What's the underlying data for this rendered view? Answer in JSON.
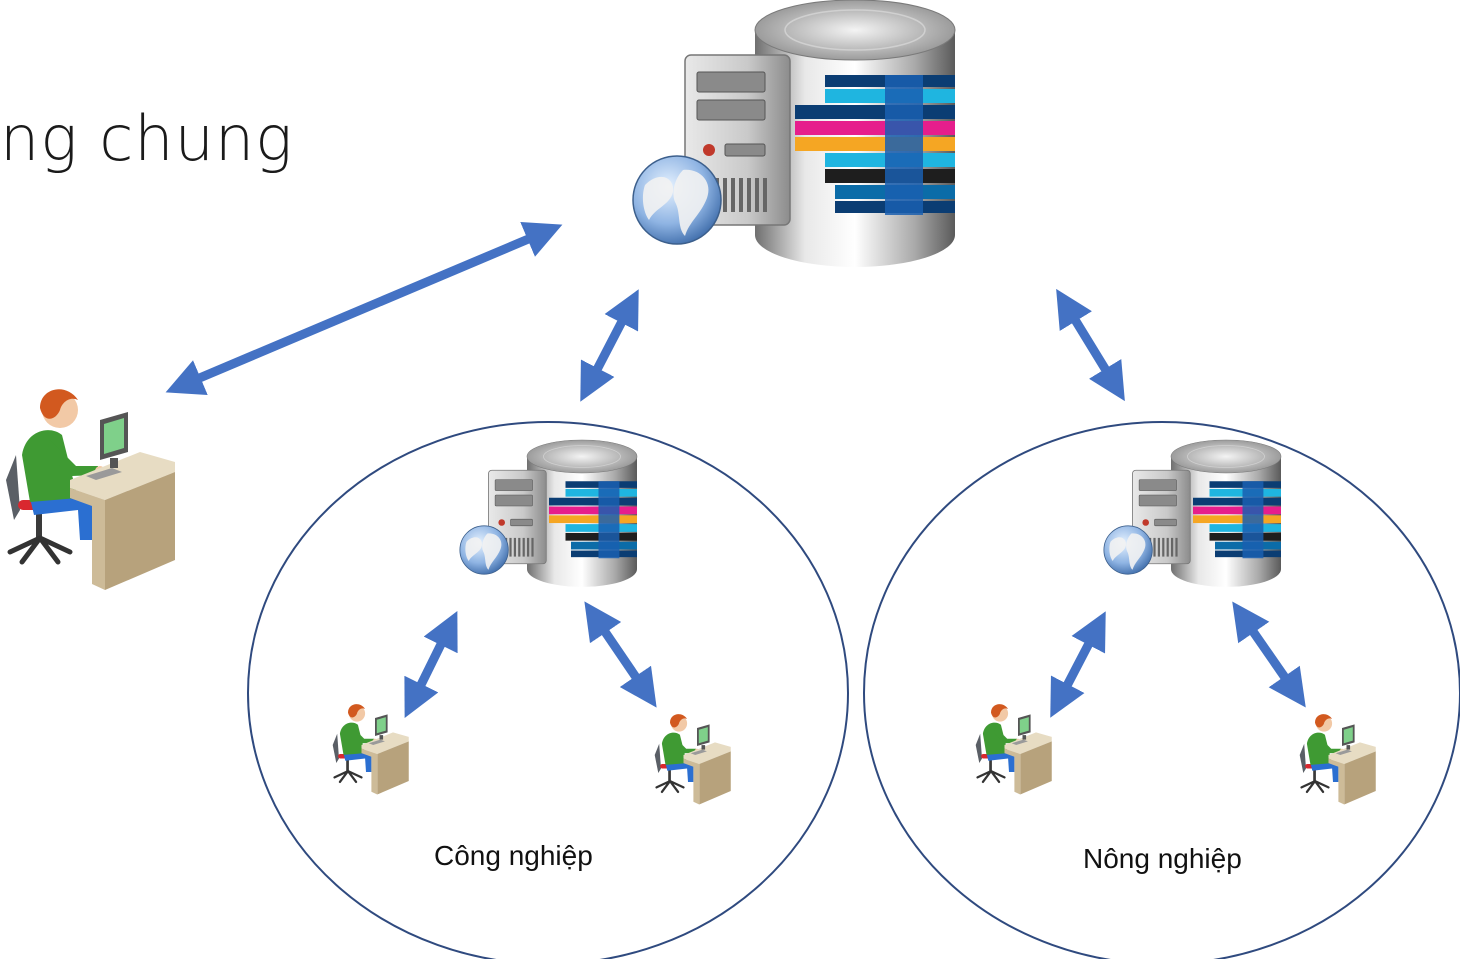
{
  "title": "ng chung",
  "regions": [
    {
      "label": "Công nghiệp"
    },
    {
      "label": "Nông nghiệp"
    }
  ],
  "colors": {
    "arrow": "#4472C4",
    "circle": "#2F4A7F",
    "monitor": "#7fd08a",
    "shirt": "#3f9a33",
    "desk": "#cdbb98",
    "hair": "#d2591f"
  },
  "icons": [
    "database-server-icon",
    "globe-icon",
    "user-workstation-icon",
    "double-arrow-icon"
  ]
}
